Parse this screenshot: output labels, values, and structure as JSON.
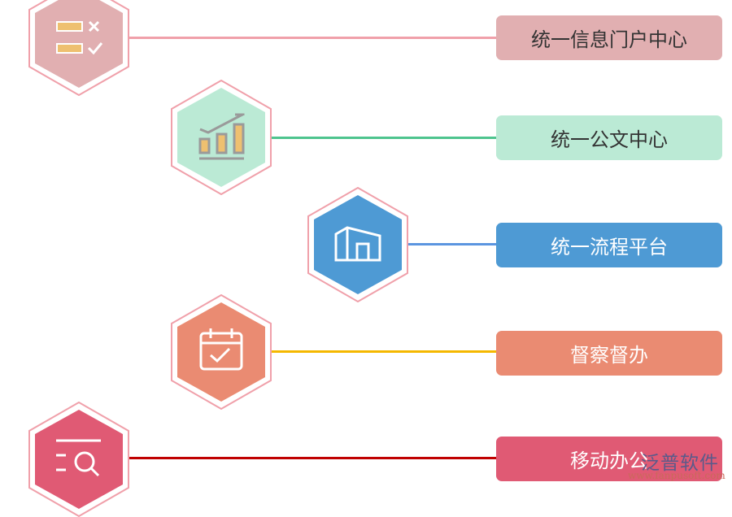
{
  "items": [
    {
      "label": "统一信息门户中心",
      "icon": "checklist-icon",
      "fill": "#e1afb1",
      "line": "#f0a0aa",
      "text_color": "#333333"
    },
    {
      "label": "统一公文中心",
      "icon": "growth-chart-icon",
      "fill": "#bbead5",
      "line": "#4ec48e",
      "text_color": "#333333"
    },
    {
      "label": "统一流程平台",
      "icon": "warehouse-icon",
      "fill": "#4e9ad4",
      "line": "#5b95e0",
      "text_color": "#ffffff"
    },
    {
      "label": "督察督办",
      "icon": "calendar-check-icon",
      "fill": "#ea8b72",
      "line": "#f5b800",
      "text_color": "#ffffff"
    },
    {
      "label": "移动办公",
      "icon": "search-list-icon",
      "fill": "#e05a74",
      "line": "#c00000",
      "text_color": "#ffffff"
    }
  ],
  "watermark": {
    "brand": "泛普软件",
    "url": "www.fanpusoft.com"
  }
}
